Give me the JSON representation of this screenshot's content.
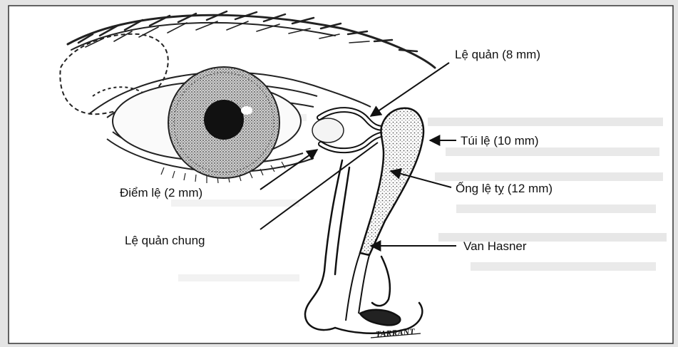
{
  "labels": {
    "canaliculus": "Lệ quản (8 mm)",
    "lacrimal_sac": "Túi lệ (10 mm)",
    "punctum": "Điểm lệ (2 mm)",
    "nasolacrimal_duct": "Ống lệ tỵ (12 mm)",
    "common_canaliculus": "Lệ quản chung",
    "valve_hasner": "Van Hasner"
  },
  "signature": "TARRANT"
}
